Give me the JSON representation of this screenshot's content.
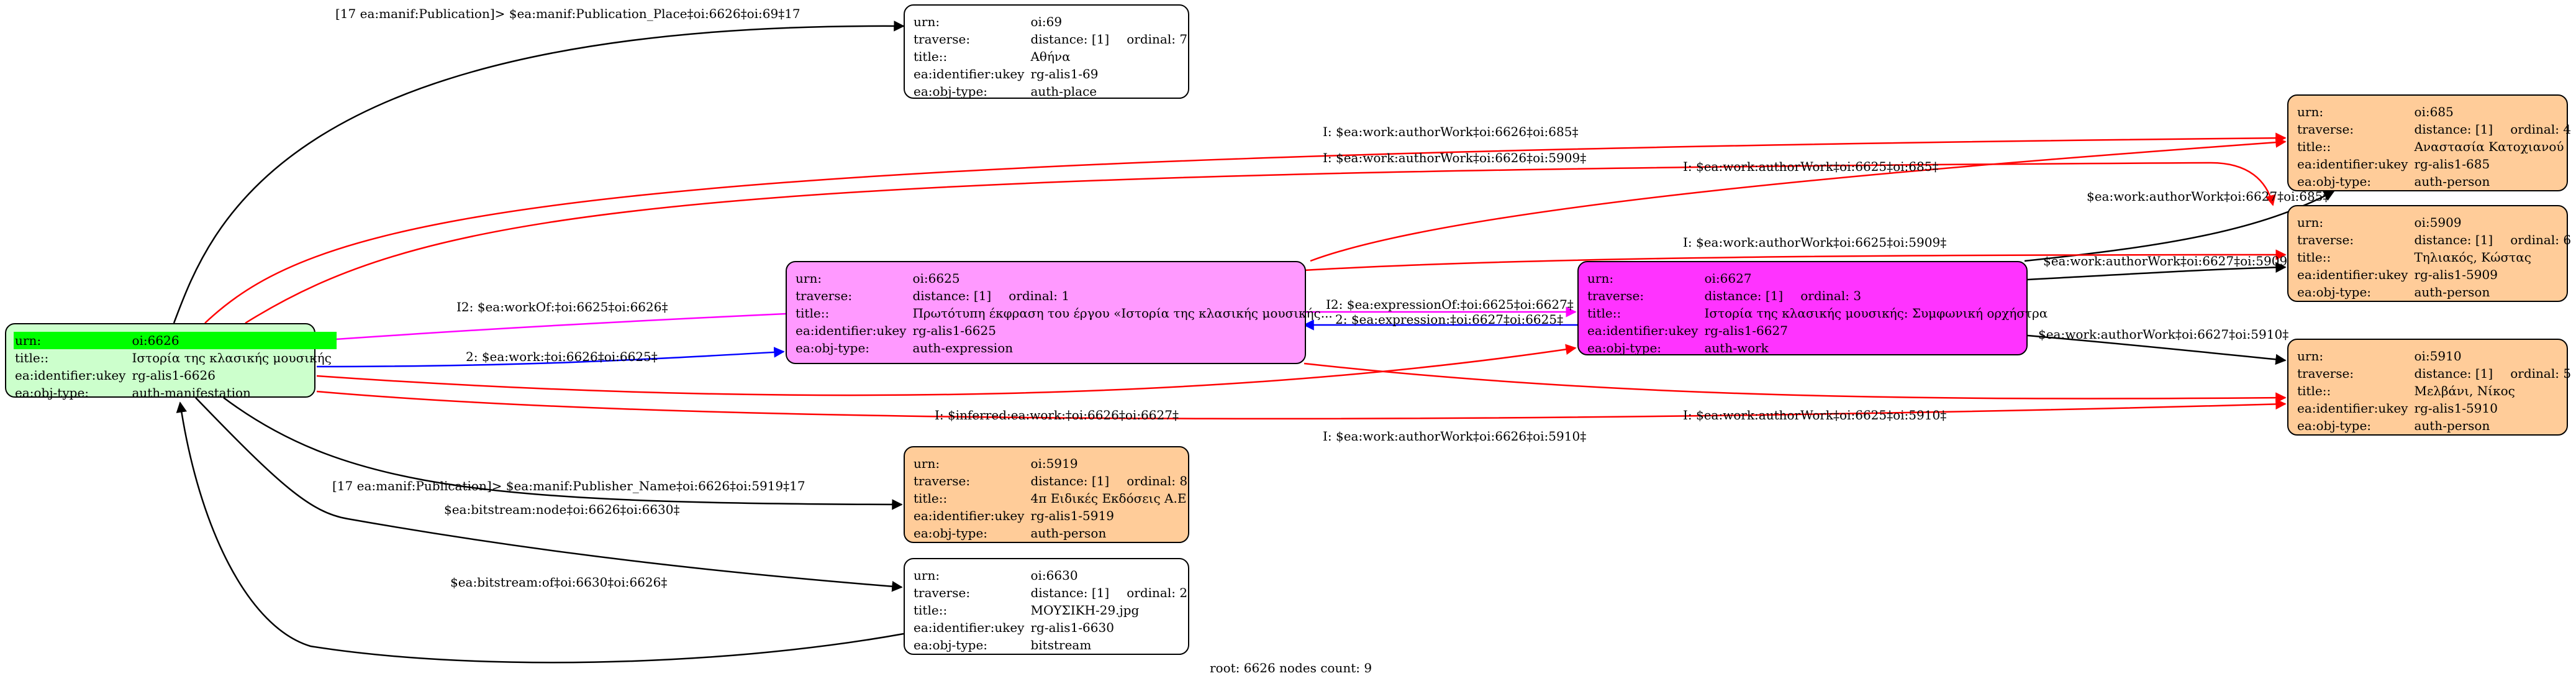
{
  "colors": {
    "manifestation": "#ccffcc",
    "expression": "#ff99ff",
    "work": "#ff33ff",
    "person": "#ffcc99",
    "plain": "#ffffff",
    "highlight": "#00ff00",
    "edge_red": "#ff0000",
    "edge_blue": "#0000ff",
    "edge_magenta": "#ff00ff",
    "edge_black": "#000000"
  },
  "keys": {
    "urn": "urn:",
    "traverse": "traverse:",
    "title": "title::",
    "identifier": "ea:identifier:ukey",
    "objtype": "ea:obj-type:"
  },
  "nodes": {
    "n6626": {
      "urn": "oi:6626",
      "title": "Ιστορία της κλασικής μουσικής",
      "identifier": "rg-alis1-6626",
      "objtype": "auth-manifestation"
    },
    "n69": {
      "urn": "oi:69",
      "distance": "distance: [1]",
      "ordinal": "ordinal: 7",
      "title": "Αθήνα",
      "identifier": "rg-alis1-69",
      "objtype": "auth-place"
    },
    "n6625": {
      "urn": "oi:6625",
      "distance": "distance: [1]",
      "ordinal": "ordinal: 1",
      "title": "Πρωτότυπη έκφραση του έργου «Ιστορία της κλασικής μουσικής...",
      "identifier": "rg-alis1-6625",
      "objtype": "auth-expression"
    },
    "n6627": {
      "urn": "oi:6627",
      "distance": "distance: [1]",
      "ordinal": "ordinal: 3",
      "title": "Ιστορία της κλασικής μουσικής: Συμφωνική ορχήστρα",
      "identifier": "rg-alis1-6627",
      "objtype": "auth-work"
    },
    "n685": {
      "urn": "oi:685",
      "distance": "distance: [1]",
      "ordinal": "ordinal: 4",
      "title": "Αναστασία Κατοχιανού",
      "identifier": "rg-alis1-685",
      "objtype": "auth-person"
    },
    "n5909": {
      "urn": "oi:5909",
      "distance": "distance: [1]",
      "ordinal": "ordinal: 6",
      "title": "Τηλιακός, Κώστας",
      "identifier": "rg-alis1-5909",
      "objtype": "auth-person"
    },
    "n5910": {
      "urn": "oi:5910",
      "distance": "distance: [1]",
      "ordinal": "ordinal: 5",
      "title": "Μελβάνι, Νίκος",
      "identifier": "rg-alis1-5910",
      "objtype": "auth-person"
    },
    "n5919": {
      "urn": "oi:5919",
      "distance": "distance: [1]",
      "ordinal": "ordinal: 8",
      "title": "4π Ειδικές Εκδόσεις Α.Ε",
      "identifier": "rg-alis1-5919",
      "objtype": "auth-person"
    },
    "n6630": {
      "urn": "oi:6630",
      "distance": "distance: [1]",
      "ordinal": "ordinal: 2",
      "title": "ΜΟΥΣΙΚΗ-29.jpg",
      "identifier": "rg-alis1-6630",
      "objtype": "bitstream"
    }
  },
  "edges": {
    "e_place": "[17 ea:manif:Publication]> $ea:manif:Publication_Place‡oi:6626‡oi:69‡17",
    "e_aw685": "I: $ea:work:authorWork‡oi:6626‡oi:685‡",
    "e_aw5909": "I: $ea:work:authorWork‡oi:6626‡oi:5909‡",
    "e_aw6625_685": "I: $ea:work:authorWork‡oi:6625‡oi:685‡",
    "e_6627_685": "$ea:work:authorWork‡oi:6627‡oi:685‡",
    "e_6625_5909": "I: $ea:work:authorWork‡oi:6625‡oi:5909‡",
    "e_6627_5909": "$ea:work:authorWork‡oi:6627‡oi:5909‡",
    "e_workof": "I2: $ea:workOf:‡oi:6625‡oi:6626‡",
    "e_exprof": "I2: $ea:expressionOf:‡oi:6625‡oi:6627‡",
    "e_expr": "2: $ea:expression:‡oi:6627‡oi:6625‡",
    "e_work": "2: $ea:work:‡oi:6626‡oi:6625‡",
    "e_6627_5910": "$ea:work:authorWork‡oi:6627‡oi:5910‡",
    "e_inferred": "I: $inferred:ea:work:‡oi:6626‡oi:6627‡",
    "e_6625_5910": "I: $ea:work:authorWork‡oi:6625‡oi:5910‡",
    "e_6626_5910": "I: $ea:work:authorWork‡oi:6626‡oi:5910‡",
    "e_publisher": "[17 ea:manif:Publication]> $ea:manif:Publisher_Name‡oi:6626‡oi:5919‡17",
    "e_bitnode": "$ea:bitstream:node‡oi:6626‡oi:6630‡",
    "e_bitof": "$ea:bitstream:of‡oi:6630‡oi:6626‡"
  },
  "caption": "root: 6626 nodes count: 9"
}
